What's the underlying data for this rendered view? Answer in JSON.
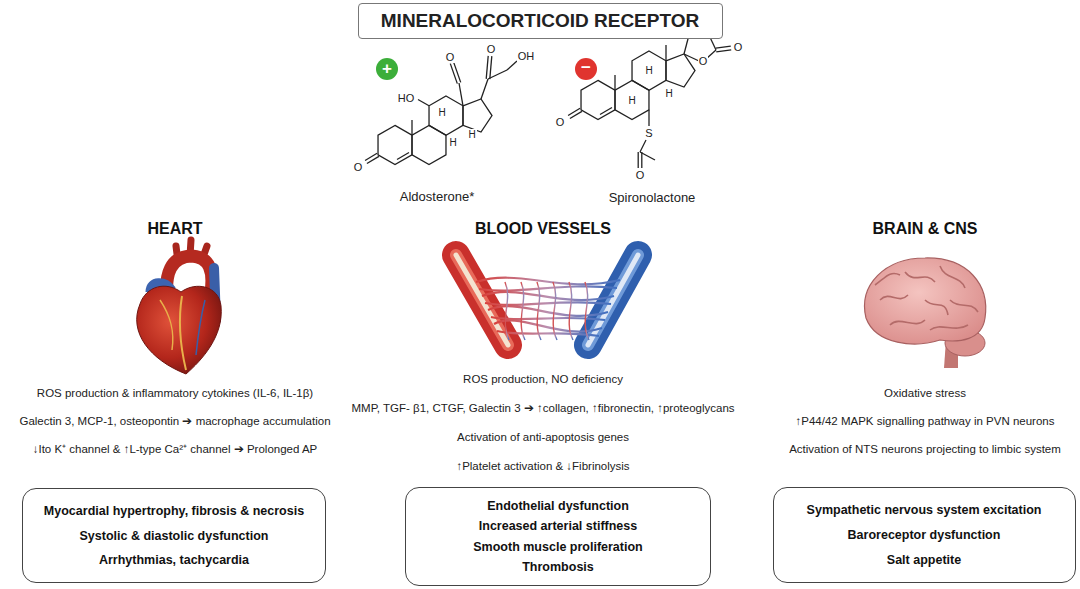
{
  "diagram": {
    "title": "MINERALOCORTICOID RECEPTOR",
    "nodes": [
      {
        "text": [
          "MINERALOCORTICOID RECEPTOR"
        ]
      },
      {
        "text": [
          "Myocardial hypertrophy, fibrosis & necrosis",
          "Systolic & diastolic dysfunction",
          "Arrhythmias, tachycardia"
        ]
      },
      {
        "text": [
          "Endothelial dysfunction",
          "Increased arterial stiffness",
          "Smooth muscle proliferation",
          "Thrombosis"
        ]
      },
      {
        "text": [
          "Sympathetic nervous system excitation",
          "Baroreceptor dysfunction",
          "Salt appetite"
        ]
      }
    ],
    "labels": [
      "+",
      "−",
      "Aldosterone*",
      "Spironolactone",
      "HEART",
      "BLOOD VESSELS",
      "BRAIN & CNS",
      "ROS production & inflammatory cytokines (IL-6, IL-1β)",
      "Galectin 3, MCP-1, osteopontin ➔ macrophage accumulation",
      "↓Ito K⁺ channel & ↑L-type Ca²⁺ channel ➔ Prolonged AP",
      "ROS production, NO deficiency",
      "MMP, TGF- β1, CTGF, Galectin 3 ➔ ↑collagen, ↑fibronectin, ↑proteoglycans",
      "Activation of anti-apoptosis genes",
      "↑Platelet activation & ↓Fibrinolysis",
      "Oxidative stress",
      "↑P44/42 MAPK signalling pathway in PVN neurons",
      "Activation of NTS neurons projecting to limbic system",
      "O",
      "O",
      "OH",
      "HO",
      "H",
      "H",
      "H",
      "O",
      "O",
      "O",
      "H",
      "H",
      "H",
      "O",
      "S",
      "O"
    ]
  }
}
